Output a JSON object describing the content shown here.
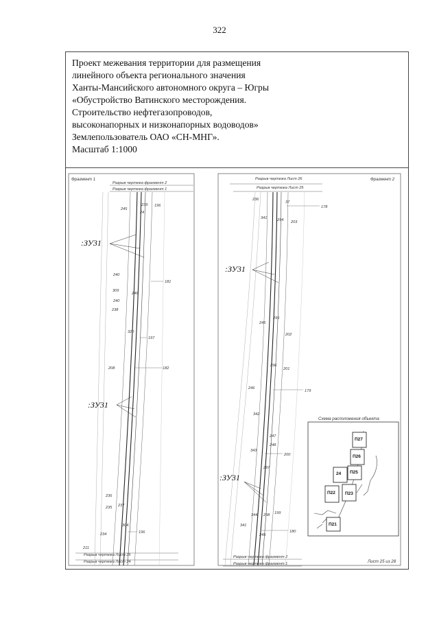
{
  "page_number": "322",
  "title_lines": [
    "Проект межевания территории для размещения",
    "линейного объекта регионального значения",
    "Ханты-Мансийского автономного округа – Югры",
    "«Обустройство Ватинского месторождения.",
    "Строительство нефтегазопроводов,",
    "высоконапорных и низконапорных водоводов»",
    "Землепользователь ОАО «СН-МНГ».",
    "Масштаб 1:1000"
  ],
  "fragment1": {
    "label": "Фрагмент 1",
    "break_top_1": "Разрыв чертежа фрагмент 2",
    "break_top_2": "Разрыв чертежа фрагмент 1",
    "break_bottom_1": "Разрыв чертежа Лист 25",
    "break_bottom_2": "Разрыв чертежа Лист 24",
    "parcel_labels": [
      ":ЗУ31",
      ":ЗУ31"
    ],
    "point_labels": [
      {
        "id": "p245",
        "text": "245"
      },
      {
        "id": "p239",
        "text": "239"
      },
      {
        "id": "p24",
        "text": "24"
      },
      {
        "id": "p196t",
        "text": "196"
      },
      {
        "id": "p240",
        "text": "240"
      },
      {
        "id": "p181",
        "text": "181"
      },
      {
        "id": "p309",
        "text": "309"
      },
      {
        "id": "p246",
        "text": "246"
      },
      {
        "id": "p240b",
        "text": "240"
      },
      {
        "id": "p238",
        "text": "238"
      },
      {
        "id": "p320",
        "text": "320"
      },
      {
        "id": "p197",
        "text": "197"
      },
      {
        "id": "p208",
        "text": "208"
      },
      {
        "id": "p182",
        "text": "182"
      },
      {
        "id": "p236",
        "text": "236"
      },
      {
        "id": "p235",
        "text": "235"
      },
      {
        "id": "p237",
        "text": "237"
      },
      {
        "id": "p304",
        "text": "304"
      },
      {
        "id": "p196b",
        "text": "196"
      },
      {
        "id": "p234",
        "text": "234"
      },
      {
        "id": "p211",
        "text": "211"
      }
    ]
  },
  "fragment2": {
    "label": "Фрагмент 2",
    "break_top_1": "Разрыв чертежа Лист 26",
    "break_top_2": "Разрыв чертежа Лист 25",
    "break_bottom_1": "Разрыв чертежа фрагмент 2",
    "break_bottom_2": "Разрыв чертежа фрагмент 1",
    "parcel_labels": [
      ":ЗУ31",
      ":ЗУ31"
    ],
    "point_labels": [
      {
        "id": "q236",
        "text": "236"
      },
      {
        "id": "q37",
        "text": "37"
      },
      {
        "id": "q178",
        "text": "178"
      },
      {
        "id": "q341",
        "text": "341"
      },
      {
        "id": "q294",
        "text": "294"
      },
      {
        "id": "q203",
        "text": "203"
      },
      {
        "id": "q245",
        "text": "245"
      },
      {
        "id": "q295",
        "text": "295"
      },
      {
        "id": "q202",
        "text": "202"
      },
      {
        "id": "q296",
        "text": "296"
      },
      {
        "id": "q201",
        "text": "201"
      },
      {
        "id": "q246",
        "text": "246"
      },
      {
        "id": "q179",
        "text": "179"
      },
      {
        "id": "q342",
        "text": "342"
      },
      {
        "id": "q247",
        "text": "247"
      },
      {
        "id": "q248",
        "text": "248"
      },
      {
        "id": "q343",
        "text": "343"
      },
      {
        "id": "q200",
        "text": "200"
      },
      {
        "id": "q297",
        "text": "297"
      },
      {
        "id": "q344",
        "text": "344"
      },
      {
        "id": "q298",
        "text": "298"
      },
      {
        "id": "q199",
        "text": "199"
      },
      {
        "id": "q341b",
        "text": "341"
      },
      {
        "id": "q249",
        "text": "249"
      },
      {
        "id": "q180",
        "text": "180"
      }
    ]
  },
  "layout_scheme": {
    "title": "Схема расположения объекта",
    "sheets": [
      "П27",
      "П26",
      "П25",
      "24",
      "П22",
      "П23",
      "П21"
    ]
  },
  "sheet_label": "Лист 25 из 28"
}
